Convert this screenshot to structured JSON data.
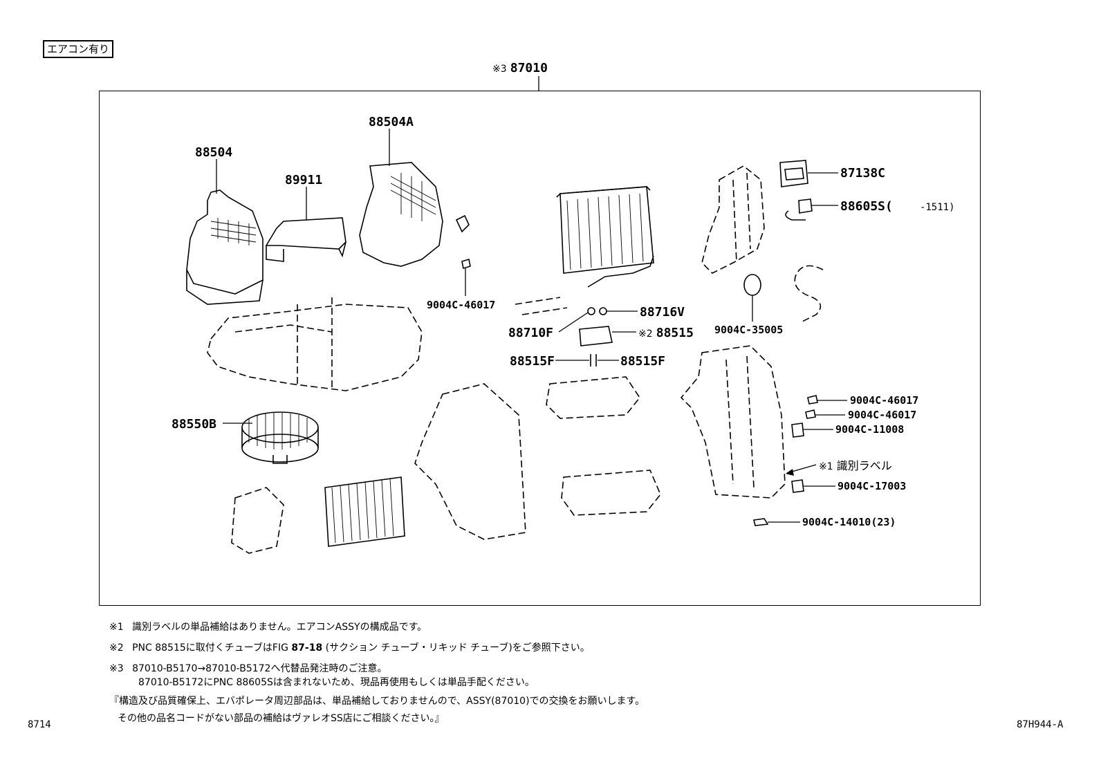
{
  "header": {
    "tag": "エアコン有り",
    "assembly_mark": "※3",
    "assembly_number": "87010"
  },
  "labels": {
    "p88504": "88504",
    "p88504A": "88504A",
    "p89911": "89911",
    "p87138C": "87138C",
    "p88605S": "88605S(",
    "p88605S_range": "-1511)",
    "p9004C_46017_a": "9004C-46017",
    "p88716V": "88716V",
    "p88710F": "88710F",
    "p88515_mark": "※2",
    "p88515": "88515",
    "p9004C_35005": "9004C-35005",
    "p88515F_left": "88515F",
    "p88515F_right": "88515F",
    "p88550B": "88550B",
    "p9004C_46017_b": "9004C-46017",
    "p9004C_46017_c": "9004C-46017",
    "p9004C_11008": "9004C-11008",
    "id_label_mark": "※1",
    "id_label": "識別ラベル",
    "p9004C_17003": "9004C-17003",
    "p9004C_14010": "9004C-14010(23)"
  },
  "notes": {
    "n1_mark": "※1",
    "n1_text": "識別ラベルの単品補給はありません。エアコンASSYの構成品です。",
    "n2_mark": "※2",
    "n2_text_a": "PNC 88515に取付くチューブはFIG",
    "n2_fig": "87-18",
    "n2_text_b": "(サクション チューブ・リキッド チューブ)をご参照下さい。",
    "n3_mark": "※3",
    "n3_line1": "87010-B5170→87010-B5172へ代替品発注時のご注意。",
    "n3_line2": "87010-B5172にPNC 88605Sは含まれないため、現品再使用もしくは単品手配ください。",
    "general_line1": "『構造及び品質確保上、エバポレータ周辺部品は、単品補給しておりませんので、ASSY(87010)での交換をお願いします。",
    "general_line2": "その他の品名コードがない部品の補給はヴァレオSS店にご相談ください。』"
  },
  "footer": {
    "page_code": "8714",
    "figure_id": "87H944-A"
  }
}
